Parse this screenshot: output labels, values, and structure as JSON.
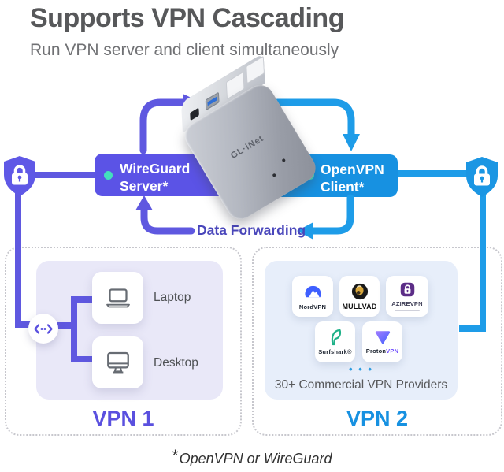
{
  "header": {
    "title": "Supports VPN Cascading",
    "subtitle": "Run VPN server and client simultaneously"
  },
  "device": {
    "brand": "GL·iNet"
  },
  "diagram": {
    "wireguard_banner": {
      "line1": "WireGuard",
      "line2": "Server*"
    },
    "openvpn_banner": {
      "line1": "OpenVPN",
      "line2": "Client*"
    },
    "data_forwarding_label": "Data Forwarding"
  },
  "vpn1": {
    "title": "VPN 1",
    "clients": [
      {
        "label": "Laptop"
      },
      {
        "label": "Desktop"
      }
    ]
  },
  "vpn2": {
    "title": "VPN 2",
    "providers": [
      {
        "label": "NordVPN"
      },
      {
        "label": "MULLVAD"
      },
      {
        "label": "AZIREVPN"
      },
      {
        "label": "Surfshark®"
      },
      {
        "label_prefix": "Proton",
        "label_suffix": "VPN"
      }
    ],
    "ellipsis": "• • •",
    "caption": "30+ Commercial VPN Providers"
  },
  "footnote": {
    "asterisk": "*",
    "text": "OpenVPN or WireGuard"
  },
  "colors": {
    "purple": "#5B53E6",
    "blue": "#1791E1",
    "teal_dot": "#43DFBD",
    "data_forwarding_text": "#4946BB"
  }
}
